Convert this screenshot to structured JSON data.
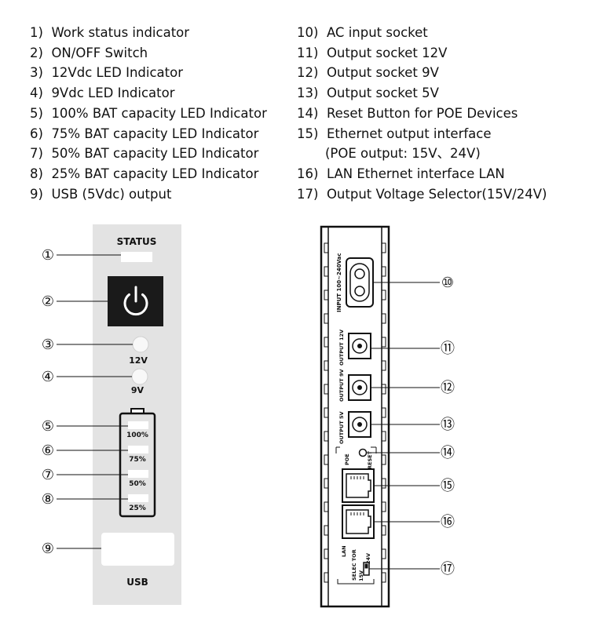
{
  "legend": {
    "left": [
      {
        "n": "1)",
        "t": "Work status indicator"
      },
      {
        "n": "2)",
        "t": "ON/OFF Switch"
      },
      {
        "n": "3)",
        "t": "12Vdc LED Indicator"
      },
      {
        "n": "4)",
        "t": "9Vdc LED Indicator"
      },
      {
        "n": "5)",
        "t": "100% BAT capacity LED Indicator"
      },
      {
        "n": "6)",
        "t": "75% BAT capacity LED Indicator"
      },
      {
        "n": "7)",
        "t": "50% BAT capacity LED Indicator"
      },
      {
        "n": "8)",
        "t": "25% BAT capacity LED Indicator"
      },
      {
        "n": "9)",
        "t": "USB (5Vdc) output"
      }
    ],
    "right": [
      {
        "n": "10)",
        "t": "AC input socket"
      },
      {
        "n": "11)",
        "t": "Output socket 12V"
      },
      {
        "n": "12)",
        "t": "Output socket 9V"
      },
      {
        "n": "13)",
        "t": "Output socket 5V"
      },
      {
        "n": "14)",
        "t": "Reset Button for POE Devices"
      },
      {
        "n": "15)",
        "t": "Ethernet output interface"
      },
      {
        "n": "",
        "t": "(POE output: 15V、24V)"
      },
      {
        "n": "16)",
        "t": "LAN Ethernet interface LAN"
      },
      {
        "n": "17)",
        "t": "Output Voltage Selector(15V/24V)"
      }
    ]
  },
  "front_panel": {
    "status_label": "STATUS",
    "led_12v_label": "12V",
    "led_9v_label": "9V",
    "bat_100_label": "100%",
    "bat_75_label": "75%",
    "bat_50_label": "50%",
    "bat_25_label": "25%",
    "usb_label": "USB",
    "callouts": [
      "①",
      "②",
      "③",
      "④",
      "⑤",
      "⑥",
      "⑦",
      "⑧",
      "⑨"
    ]
  },
  "back_panel": {
    "input_label": "INPUT 100~240Vac",
    "out12_label": "OUTPUT 12V",
    "out9_label": "OUTPUT 9V",
    "out5_label": "OUTPUT 5V",
    "poe_label": "POE",
    "reset_label": "RESET",
    "lan_label": "LAN",
    "selector_label": "SELEC TOR",
    "v15_label": "15V",
    "v24_label": "24V",
    "callouts": [
      "⑩",
      "⑪",
      "⑫",
      "⑬",
      "⑭",
      "⑮",
      "⑯",
      "⑰"
    ]
  }
}
